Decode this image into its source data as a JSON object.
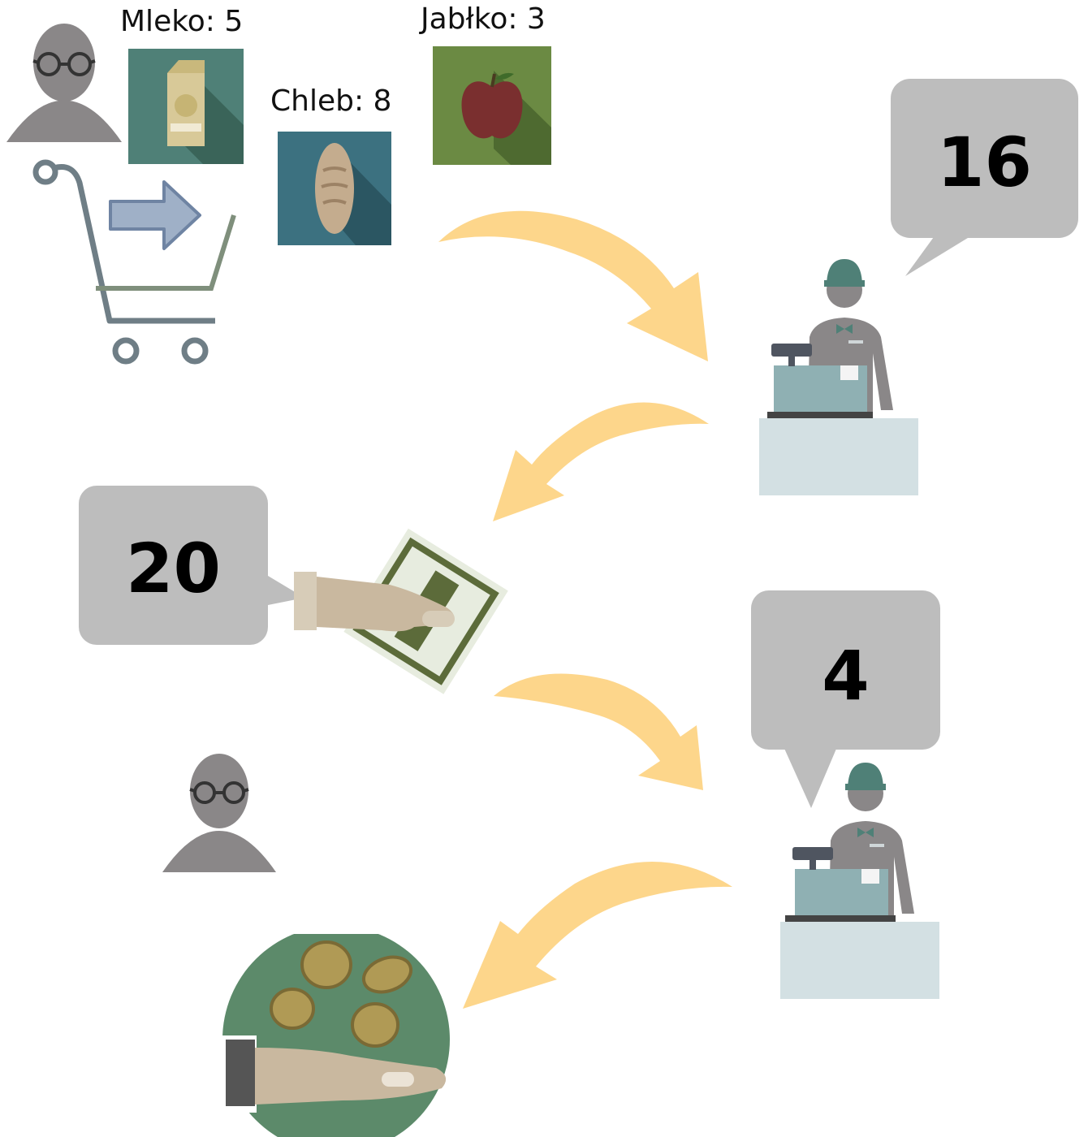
{
  "products": [
    {
      "name": "Mleko",
      "price": "5",
      "label": "Mleko: 5",
      "icon": "milk-carton-icon"
    },
    {
      "name": "Chleb",
      "price": "8",
      "label": "Chleb: 8",
      "icon": "bread-icon"
    },
    {
      "name": "Jabłko",
      "price": "3",
      "label": "Jabłko: 3",
      "icon": "apple-icon"
    }
  ],
  "bubbles": {
    "total": "16",
    "paid": "20",
    "change": "4"
  },
  "colors": {
    "arrow": "#fdd27e",
    "bubble": "#bdbdbd",
    "person": "#8a8788",
    "cashier_cap": "#4f8077",
    "counter": "#d3e0e3",
    "register": "#8fb0b3",
    "milk_bg": "#4f8077",
    "bread_bg": "#3c7180",
    "apple_bg": "#6b8a43",
    "coin_bg": "#5c8a6a"
  }
}
